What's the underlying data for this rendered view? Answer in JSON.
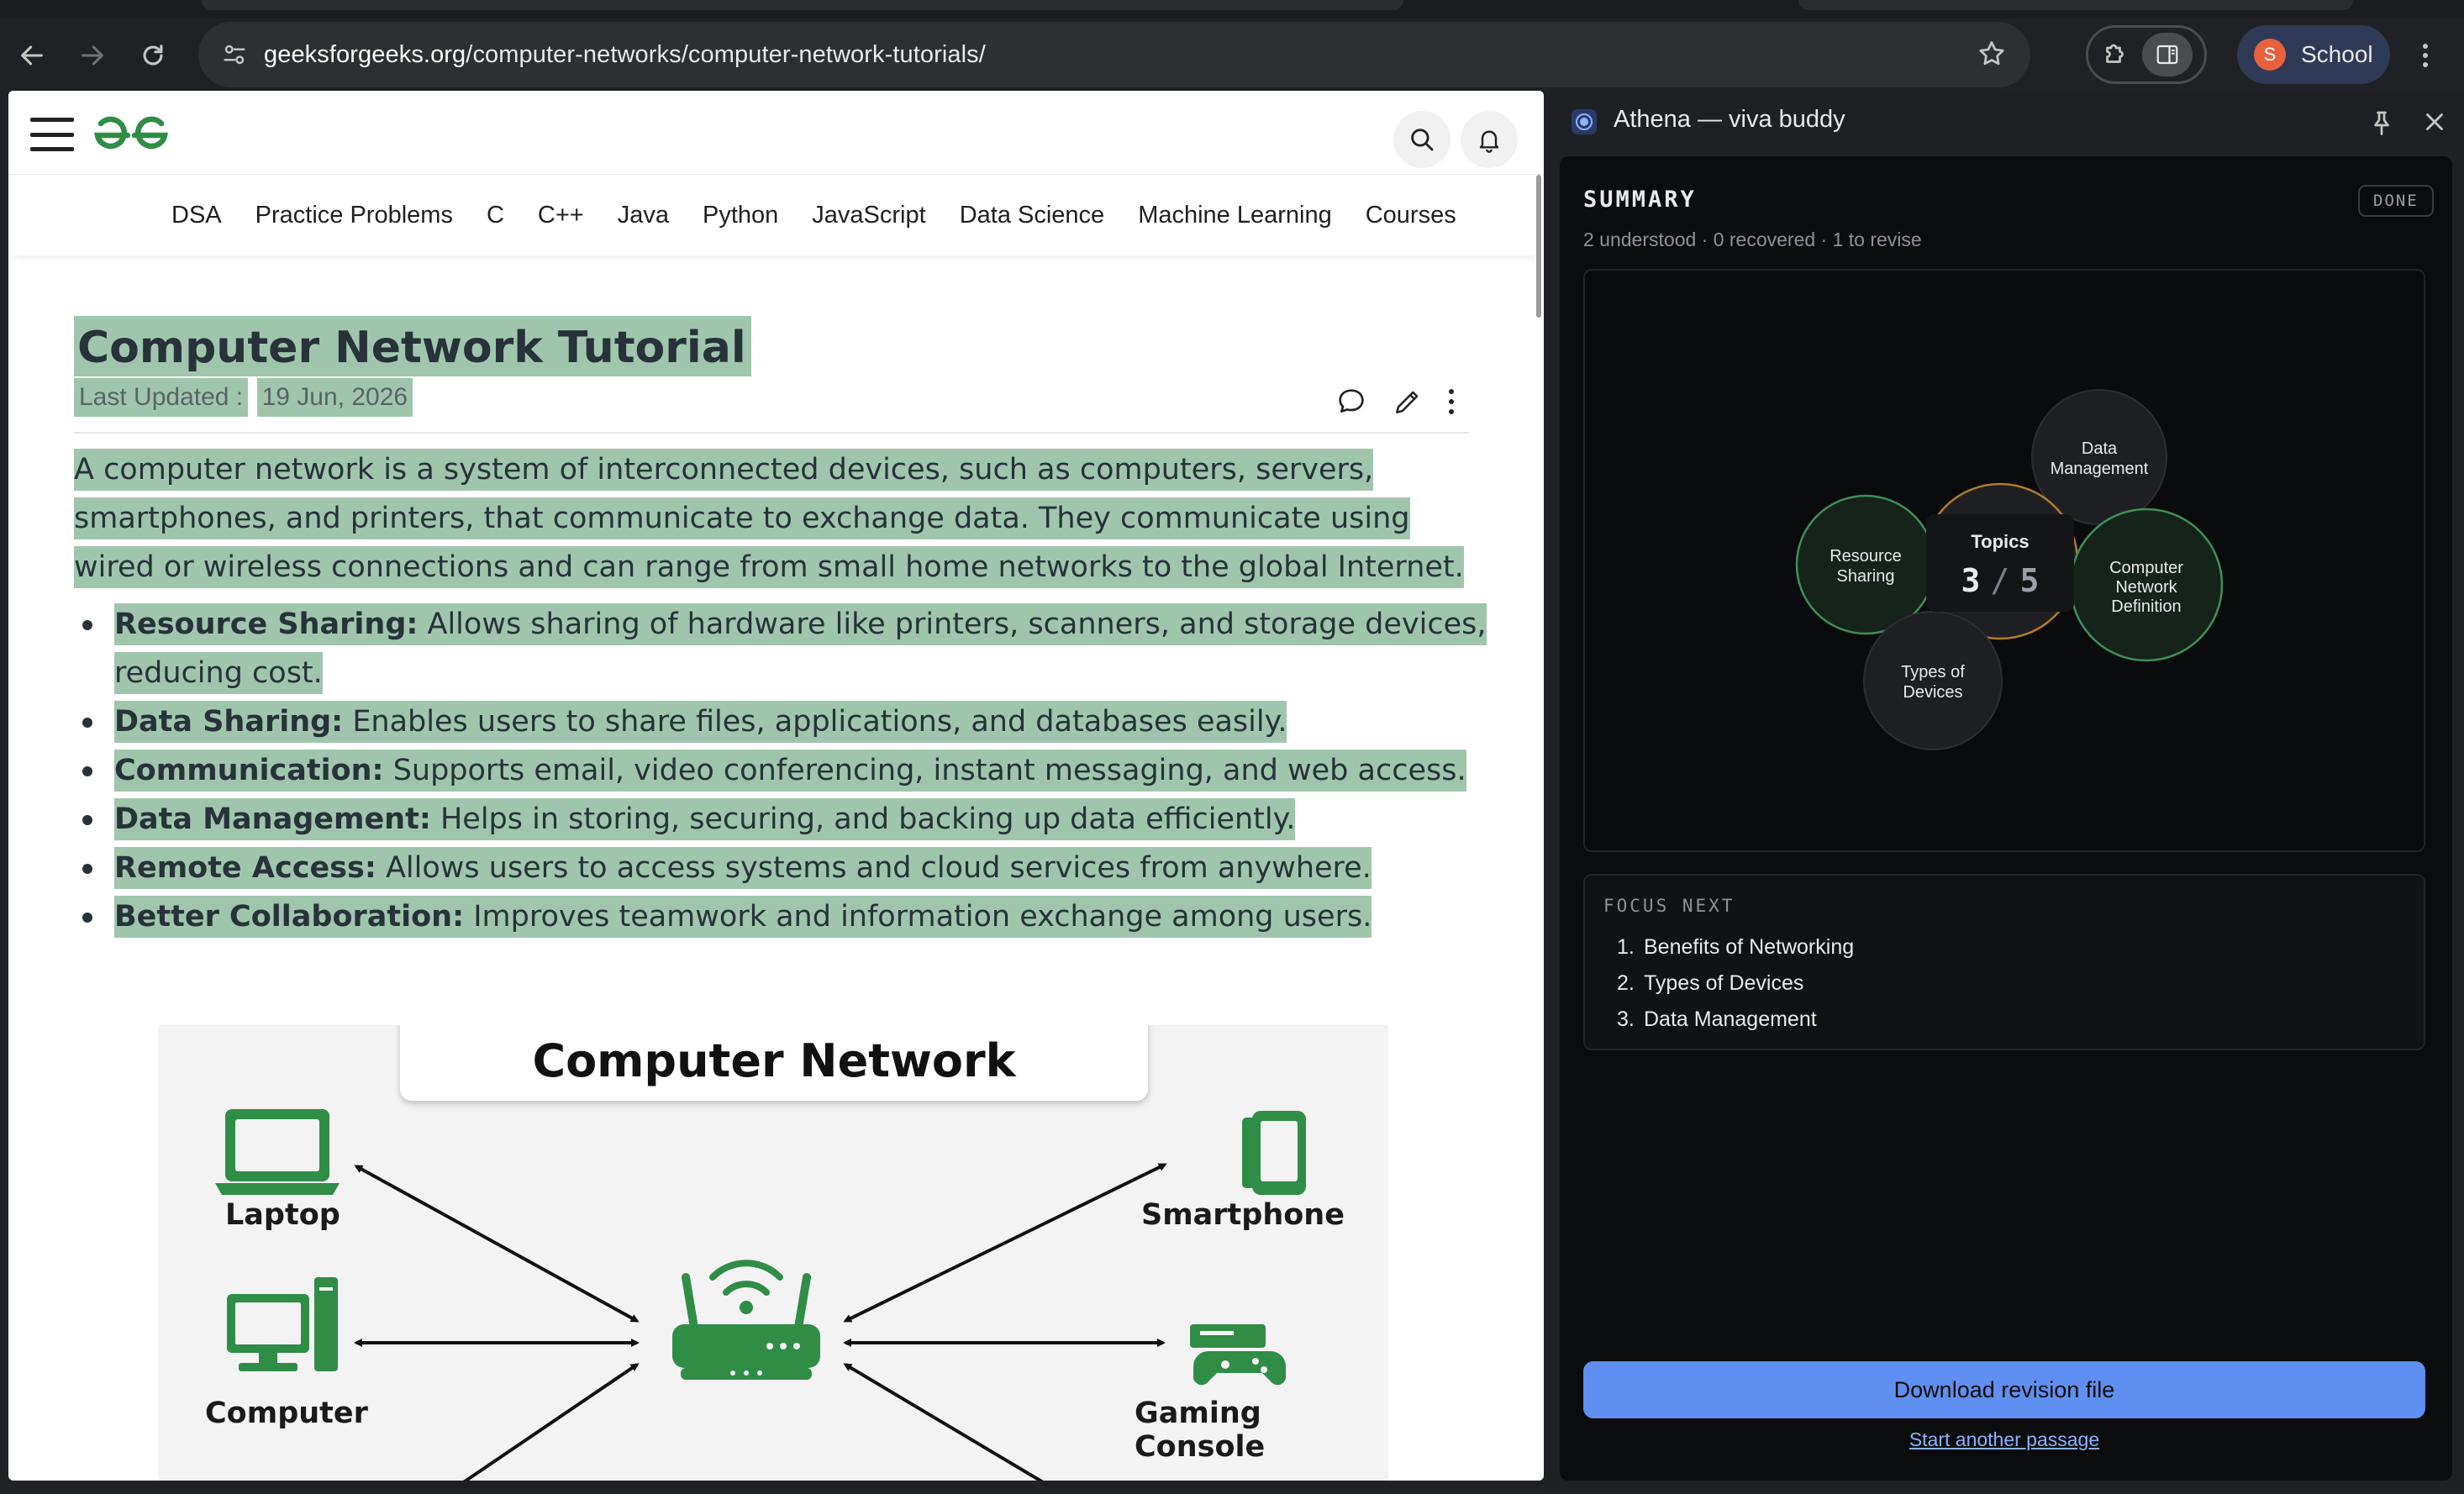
{
  "browser": {
    "url_host": "geeksforgeeks.org",
    "url_path": "/computer-networks/computer-network-tutorials/",
    "profile_initial": "S",
    "profile_name": "School"
  },
  "site": {
    "topics": [
      "DSA",
      "Practice Problems",
      "C",
      "C++",
      "Java",
      "Python",
      "JavaScript",
      "Data Science",
      "Machine Learning",
      "Courses"
    ]
  },
  "article": {
    "title": "Computer Network Tutorial",
    "updated_label": "Last Updated :",
    "updated_date": "19 Jun, 2026",
    "intro": "A computer network is a system of interconnected devices, such as computers, servers, smartphones, and printers, that communicate to exchange data. They communicate using wired or wireless connections and can range from small home networks to the global Internet.",
    "benefits": [
      {
        "term": "Resource Sharing:",
        "text": " Allows sharing of hardware like printers, scanners, and storage devices, reducing cost."
      },
      {
        "term": "Data Sharing:",
        "text": " Enables users to share files, applications, and databases easily."
      },
      {
        "term": "Communication:",
        "text": " Supports email, video conferencing, instant messaging, and web access."
      },
      {
        "term": "Data Management:",
        "text": " Helps in storing, securing, and backing up data efficiently."
      },
      {
        "term": "Remote Access:",
        "text": " Allows users to access systems and cloud services from anywhere."
      },
      {
        "term": "Better Collaboration:",
        "text": " Improves teamwork and information exchange among users."
      }
    ],
    "figure": {
      "title": "Computer Network",
      "devices": {
        "laptop": "Laptop",
        "smartphone": "Smartphone",
        "computer": "Computer",
        "console": "Gaming Console"
      }
    }
  },
  "panel": {
    "title": "Athena — viva buddy",
    "summary_heading": "SUMMARY",
    "badge": "DONE",
    "stats": "2 understood · 0 recovered · 1 to revise",
    "graph": {
      "center_label": "Topics",
      "done": "3",
      "separator": "/",
      "total": "5",
      "nodes": [
        {
          "lines": [
            "Data",
            "Management"
          ],
          "status": "pending"
        },
        {
          "lines": [
            "Resource",
            "Sharing"
          ],
          "status": "understood"
        },
        {
          "lines": [
            "Computer",
            "Network",
            "Definition"
          ],
          "status": "understood"
        },
        {
          "lines": [
            "Types of",
            "Devices"
          ],
          "status": "pending"
        }
      ]
    },
    "focus_label": "FOCUS NEXT",
    "focus_items": [
      "Benefits of Networking",
      "Types of Devices",
      "Data Management"
    ],
    "download_label": "Download revision file",
    "another_label": "Start another passage"
  },
  "colors": {
    "highlight": "#9fc6ad",
    "gfg_green": "#2f8d46",
    "accent_blue": "#5f8ff0",
    "understood_ring": "#3f8f5a",
    "center_ring": "#b07a2e"
  }
}
